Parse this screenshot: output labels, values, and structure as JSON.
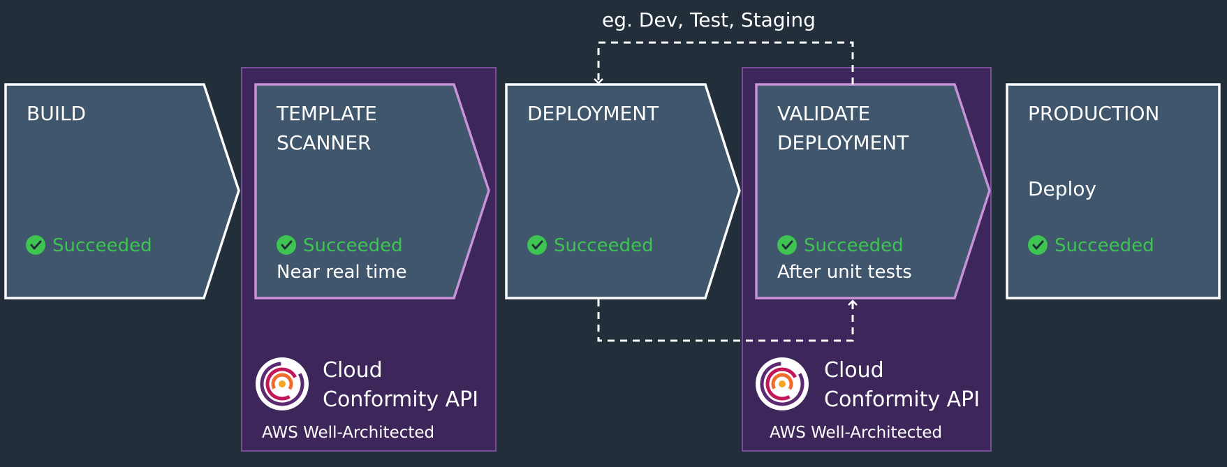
{
  "colors": {
    "background": "#232e3b",
    "stage_fill": "#3f566c",
    "stage_border_default": "#ffffff",
    "stage_border_scanner": "#c892d8",
    "integration_panel": "#3d2659",
    "integration_border": "#7a4d99",
    "success": "#3dc451"
  },
  "loop": {
    "label": "eg. Dev, Test, Staging"
  },
  "stages": [
    {
      "title": [
        "BUILD"
      ],
      "status": "Succeeded"
    },
    {
      "title": [
        "TEMPLATE",
        "SCANNER"
      ],
      "status": "Succeeded",
      "note": "Near real time"
    },
    {
      "title": [
        "DEPLOYMENT"
      ],
      "status": "Succeeded"
    },
    {
      "title": [
        "VALIDATE",
        "DEPLOYMENT"
      ],
      "status": "Succeeded",
      "note": "After unit tests"
    },
    {
      "title": [
        "PRODUCTION"
      ],
      "action": "Deploy",
      "status": "Succeeded"
    }
  ],
  "integrations": [
    {
      "name": [
        "Cloud",
        "Conformity API"
      ],
      "subtitle": "AWS Well-Architected",
      "icon": "cloud-conformity-logo"
    },
    {
      "name": [
        "Cloud",
        "Conformity API"
      ],
      "subtitle": "AWS Well-Architected",
      "icon": "cloud-conformity-logo"
    }
  ]
}
